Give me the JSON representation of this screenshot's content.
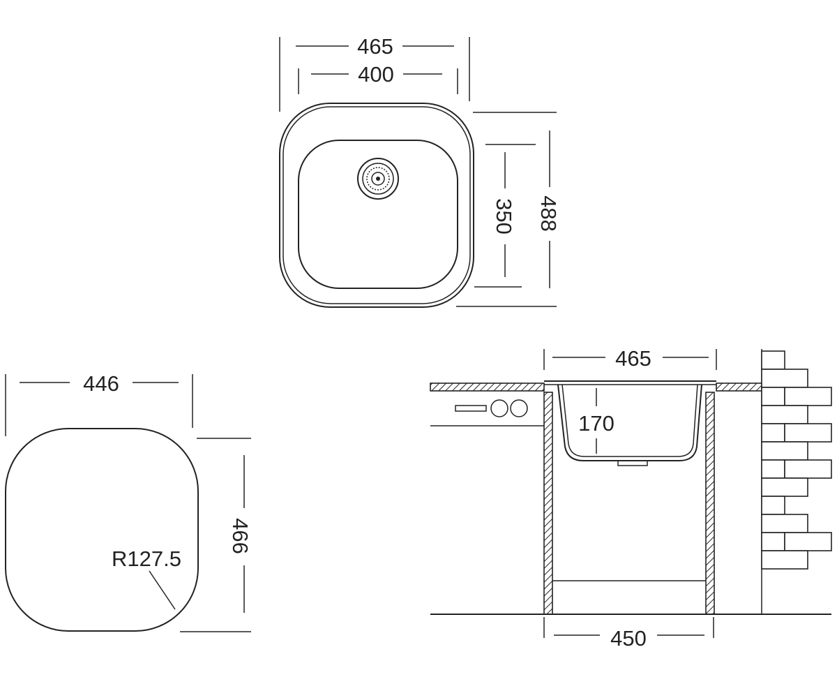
{
  "top_view": {
    "overall_width": "465",
    "bowl_width": "400",
    "bowl_depth": "350",
    "overall_depth": "488"
  },
  "cutout_view": {
    "width": "446",
    "depth": "466",
    "corner_radius": "R127.5"
  },
  "section_view": {
    "sink_width": "465",
    "bowl_height": "170",
    "cabinet_width": "450"
  },
  "colors": {
    "line": "#222222",
    "background": "#ffffff"
  }
}
